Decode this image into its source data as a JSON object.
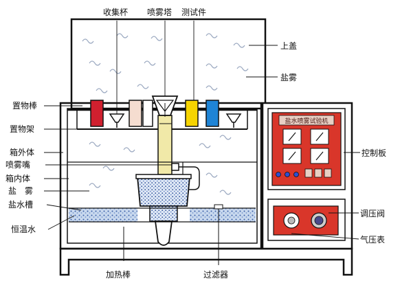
{
  "labels": {
    "top": [
      "收集杯",
      "喷雾塔",
      "测试件"
    ],
    "right": [
      "上盖",
      "盐雾",
      "控制板",
      "调压阀",
      "气压表"
    ],
    "left": [
      "置物棒",
      "置物架",
      "箱外体",
      "喷雾嘴",
      "箱内体",
      "盐　雾",
      "盐水槽",
      "恒温水"
    ],
    "bottom": [
      "加热棒",
      "过滤器"
    ]
  },
  "control_panel": {
    "title": "盐水喷雾试验机",
    "accent": "#d9362a"
  },
  "colors": {
    "outline": "#111111",
    "saltwater": "#b8cde8",
    "tower": "#f1e9a8",
    "mist": "#9aa8c0",
    "specimens": [
      "#d0202f",
      "#f5ddd0",
      "#f6d400",
      "#1e84d6",
      "#ffffff"
    ]
  },
  "icons": [
    "gauge-icon",
    "dial-icon",
    "indicator-light-icon"
  ]
}
